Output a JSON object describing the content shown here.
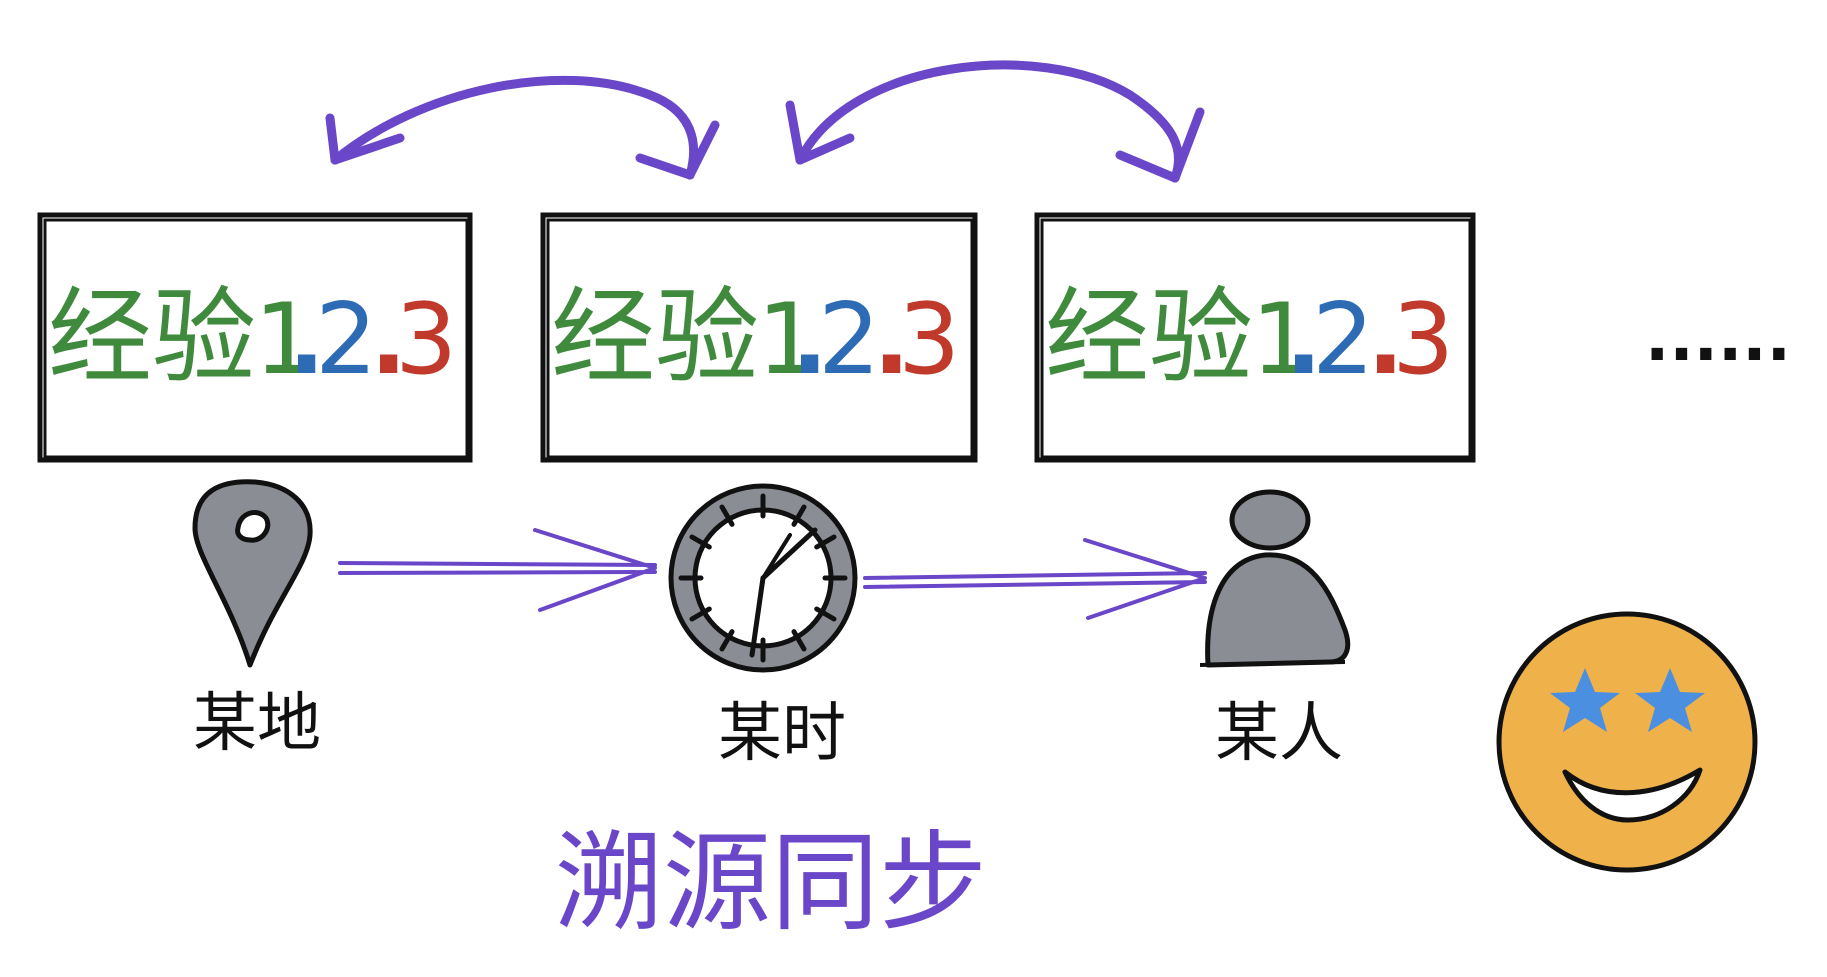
{
  "colors": {
    "green": "#3f8a3c",
    "blue": "#2e6bb5",
    "red": "#c0392b",
    "purple": "#6a46c8",
    "icon_gray": "#8a8d93",
    "emoji_face": "#efb24a",
    "emoji_star": "#4a8fe0"
  },
  "cards": [
    {
      "word": "经验",
      "n1": "1",
      "n2": "2",
      "n3": "3"
    },
    {
      "word": "经验",
      "n1": "1",
      "n2": "2",
      "n3": "3"
    },
    {
      "word": "经验",
      "n1": "1",
      "n2": "2",
      "n3": "3"
    }
  ],
  "icons": [
    {
      "name": "location-pin-icon",
      "label": "某地"
    },
    {
      "name": "clock-icon",
      "label": "某时"
    },
    {
      "name": "person-icon",
      "label": "某人"
    }
  ],
  "ellipsis": "......",
  "title": "溯源同步",
  "emoji": "star-eyes-smile-emoji"
}
